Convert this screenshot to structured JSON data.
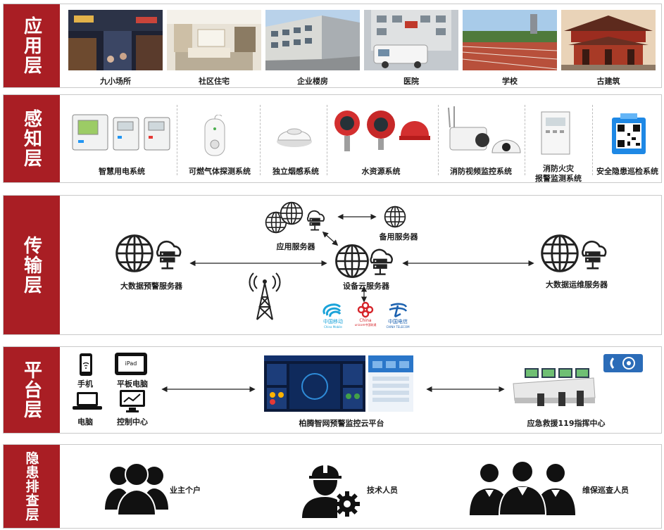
{
  "layers": {
    "application": {
      "label": "应用层",
      "items": [
        {
          "label": "九小场所",
          "icon": "market-street-photo"
        },
        {
          "label": "社区住宅",
          "icon": "living-room-photo"
        },
        {
          "label": "企业楼房",
          "icon": "office-building-photo"
        },
        {
          "label": "医院",
          "icon": "hospital-photo"
        },
        {
          "label": "学校",
          "icon": "school-track-photo"
        },
        {
          "label": "古建筑",
          "icon": "ancient-building-photo"
        }
      ]
    },
    "perception": {
      "label": "感知层",
      "items": [
        {
          "label": "智慧用电系统",
          "icon": "smart-power-meter-icon"
        },
        {
          "label": "可燃气体探测系统",
          "icon": "gas-detector-icon"
        },
        {
          "label": "独立烟感系统",
          "icon": "smoke-detector-icon"
        },
        {
          "label": "水资源系统",
          "icon": "water-sensor-icon"
        },
        {
          "label": "消防视频监控系统",
          "icon": "cctv-camera-icon"
        },
        {
          "label_line1": "消防火灾",
          "label_line2": "报警监测系统",
          "icon": "fire-alarm-panel-icon"
        },
        {
          "label": "安全隐患巡检系统",
          "icon": "qr-code-icon"
        }
      ]
    },
    "transmission": {
      "label": "传输层",
      "servers": {
        "app": "应用服务器",
        "backup": "备用服务器",
        "bigdata_warning": "大数据预警服务器",
        "device_cloud": "设备云服务器",
        "bigdata_ops": "大数据运维服务器"
      },
      "carriers": [
        {
          "name": "中国移动",
          "sub": "China Mobile",
          "color": "#1aa3d9"
        },
        {
          "name": "China",
          "sub": "unicom中国联通",
          "color": "#d6242a"
        },
        {
          "name": "中国电信",
          "sub": "CHINA TELECOM",
          "color": "#1c62b0"
        }
      ]
    },
    "platform": {
      "label": "平台层",
      "devices": {
        "phone": "手机",
        "tablet": "平板电脑",
        "ipad_text": "iPad",
        "computer": "电脑",
        "control_center": "控制中心"
      },
      "cloud_platform": "柏腾智网预警监控云平台",
      "command_center": "应急救援119指挥中心"
    },
    "inspection": {
      "label": "隐患排查层",
      "groups": [
        {
          "label": "业主个户",
          "icon": "owner-group-icon"
        },
        {
          "label": "技术人员",
          "icon": "technician-icon"
        },
        {
          "label": "维保巡查人员",
          "icon": "maintenance-staff-icon"
        }
      ]
    }
  },
  "colors": {
    "accent": "#a91e24",
    "border": "#c9c9c9",
    "dark_icon": "#1a1a1a"
  }
}
